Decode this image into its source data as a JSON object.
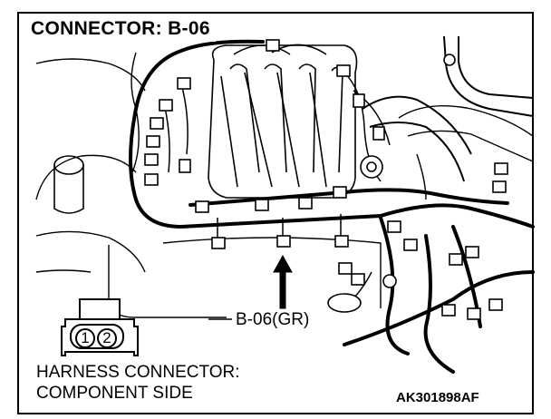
{
  "diagram": {
    "title": "CONNECTOR: B-06",
    "callout_label": "B-06(GR)",
    "harness_caption_line1": "HARNESS CONNECTOR:",
    "harness_caption_line2": "COMPONENT SIDE",
    "figure_id": "AK301898AF",
    "pins": [
      "1",
      "2"
    ]
  }
}
